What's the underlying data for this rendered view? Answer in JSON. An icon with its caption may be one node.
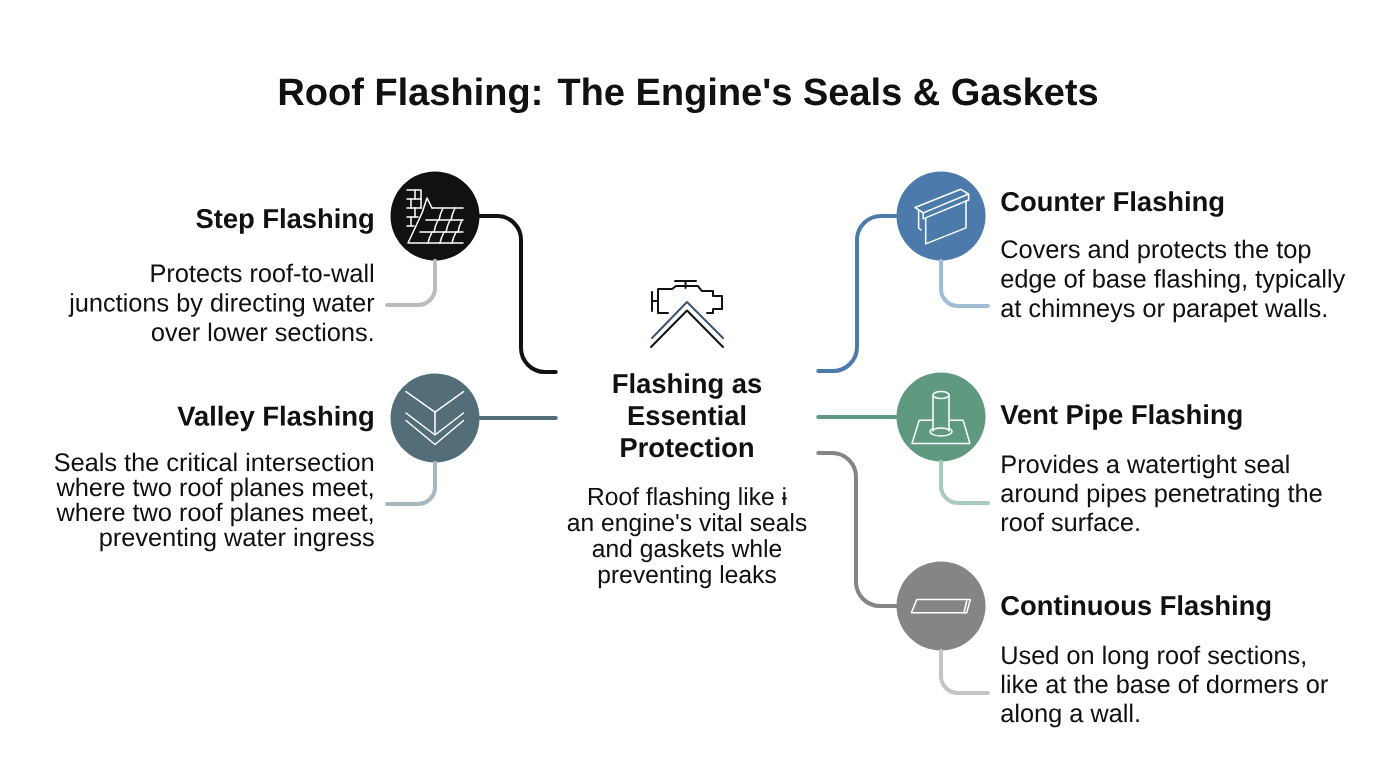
{
  "diagram": {
    "title": "Roof Flashing: The Engine's Seals & Gaskets",
    "nodes": [
      {
        "text": [
          "Flashing as Essential Protection",
          "Roof flashing like ɨ an engine's vital seals and gaskets whle preventing leaks"
        ]
      },
      {
        "text": [],
        "shape": "circle"
      },
      {
        "text": [
          "Step Flashing",
          "Protects roof-to-wall junctions by directing water over lower sections."
        ]
      },
      {
        "text": [],
        "shape": "circle"
      },
      {
        "text": [
          "Valley Flashing",
          "Seals the critical intersection where two roof planes meet, where two roof planes meet, preventing water ingress"
        ]
      },
      {
        "text": [],
        "shape": "circle"
      },
      {
        "text": [
          "Counter Flashing",
          "Covers and protects the top edge of base flashing, typically at chimneys or parapet walls."
        ]
      },
      {
        "text": [],
        "shape": "circle"
      },
      {
        "text": [
          "Vent Pipe Flashing",
          "Provides a watertight seal around pipes penetrating the roof surface."
        ]
      },
      {
        "text": [],
        "shape": "circle"
      },
      {
        "text": [
          "Continuous Flashing",
          "Used on long roof sections, like at the base of dormers or along a wall."
        ]
      }
    ],
    "edges": [
      {
        "from": 0,
        "to": 1,
        "arrow": "none",
        "color": "#111111"
      },
      {
        "from": 0,
        "to": 3,
        "arrow": "none",
        "color": "#536d79"
      },
      {
        "from": 0,
        "to": 5,
        "arrow": "none",
        "color": "#4b7aab"
      },
      {
        "from": 0,
        "to": 7,
        "arrow": "none",
        "color": "#5f9a80"
      },
      {
        "from": 0,
        "to": 9,
        "arrow": "none",
        "color": "#858585"
      },
      {
        "from": 1,
        "to": 2,
        "arrow": "none",
        "color": "#b9bdc0"
      },
      {
        "from": 3,
        "to": 4,
        "arrow": "none",
        "color": "#a7b7bf"
      },
      {
        "from": 5,
        "to": 6,
        "arrow": "none",
        "color": "#a1bcd7"
      },
      {
        "from": 7,
        "to": 8,
        "arrow": "none",
        "color": "#a9cbbc"
      },
      {
        "from": 9,
        "to": 10,
        "arrow": "none",
        "color": "#c4c4c4"
      }
    ]
  }
}
